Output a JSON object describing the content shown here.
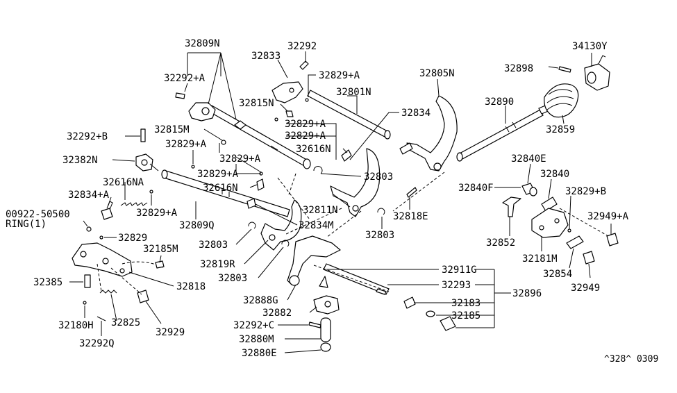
{
  "labels": {
    "p32809N": "32809N",
    "p32292": "32292",
    "p32833": "32833",
    "p32292A": "32292+A",
    "p32829A_1": "32829+A",
    "p32801N": "32801N",
    "p32805N": "32805N",
    "p34130Y": "34130Y",
    "p32898": "32898",
    "p32815N": "32815N",
    "p32890": "32890",
    "p32834": "32834",
    "p32829A_2": "32829+A",
    "p32829A_3": "32829+A",
    "p32859": "32859",
    "p32292B": "32292+B",
    "p32815M": "32815M",
    "p32829A_4": "32829+A",
    "p32616N_1": "32616N",
    "p32829A_5": "32829+A",
    "p32382N": "32382N",
    "p32829A_6": "32829+A",
    "p32840E": "32840E",
    "p32803_1": "32803",
    "p32840": "32840",
    "p32616N_2": "32616N",
    "p32616NA": "32616NA",
    "p32840F": "32840F",
    "p32829B": "32829+B",
    "p32834A": "32834+A",
    "p32811N": "32811N",
    "p32818E": "32818E",
    "p32949A": "32949+A",
    "p00922": "00922-50500",
    "p32829A_7": "32829+A",
    "ring": "RING(1)",
    "p32809Q": "32809Q",
    "p32834M": "32834M",
    "p32803_2": "32803",
    "p32829": "32829",
    "p32852": "32852",
    "p32803_3": "32803",
    "p32181M": "32181M",
    "p32185M": "32185M",
    "p32819R": "32819R",
    "p32854": "32854",
    "p32911G": "32911G",
    "p32385": "32385",
    "p32803_4": "32803",
    "p32818": "32818",
    "p32293": "32293",
    "p32949": "32949",
    "p32896": "32896",
    "p32888G": "32888G",
    "p32183": "32183",
    "p32882": "32882",
    "p32180H": "32180H",
    "p32825": "32825",
    "p32929": "32929",
    "p32185": "32185",
    "p32292C": "32292+C",
    "p32292Q": "32292Q",
    "p32880M": "32880M",
    "p32880E": "32880E",
    "footer": "^328^ 0309"
  }
}
